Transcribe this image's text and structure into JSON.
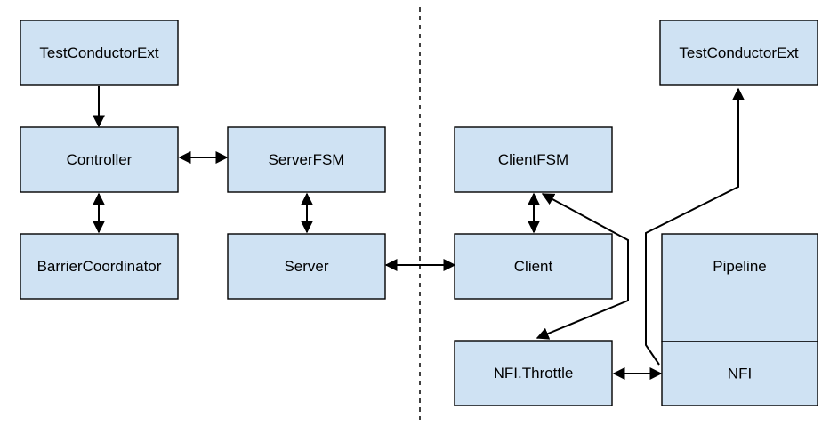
{
  "diagram": {
    "nodes": {
      "testconductorext_left": "TestConductorExt",
      "controller": "Controller",
      "serverfsm": "ServerFSM",
      "barriercoordinator": "BarrierCoordinator",
      "server": "Server",
      "clientfsm": "ClientFSM",
      "client": "Client",
      "nfi_throttle": "NFI.Throttle",
      "testconductorext_right": "TestConductorExt",
      "pipeline": "Pipeline",
      "nfi": "NFI"
    },
    "colors": {
      "box_fill": "#cfe2f3",
      "box_stroke": "#000000",
      "edge": "#000000"
    },
    "edges": [
      {
        "from": "testconductorext_left",
        "to": "controller",
        "direction": "forward"
      },
      {
        "from": "controller",
        "to": "serverfsm",
        "direction": "both"
      },
      {
        "from": "controller",
        "to": "barriercoordinator",
        "direction": "both"
      },
      {
        "from": "serverfsm",
        "to": "server",
        "direction": "both"
      },
      {
        "from": "server",
        "to": "client",
        "direction": "both"
      },
      {
        "from": "clientfsm",
        "to": "client",
        "direction": "both"
      },
      {
        "from": "clientfsm",
        "to": "nfi_throttle",
        "direction": "both"
      },
      {
        "from": "nfi_throttle",
        "to": "nfi",
        "direction": "both"
      },
      {
        "from": "nfi",
        "to": "testconductorext_right",
        "direction": "forward"
      }
    ]
  }
}
